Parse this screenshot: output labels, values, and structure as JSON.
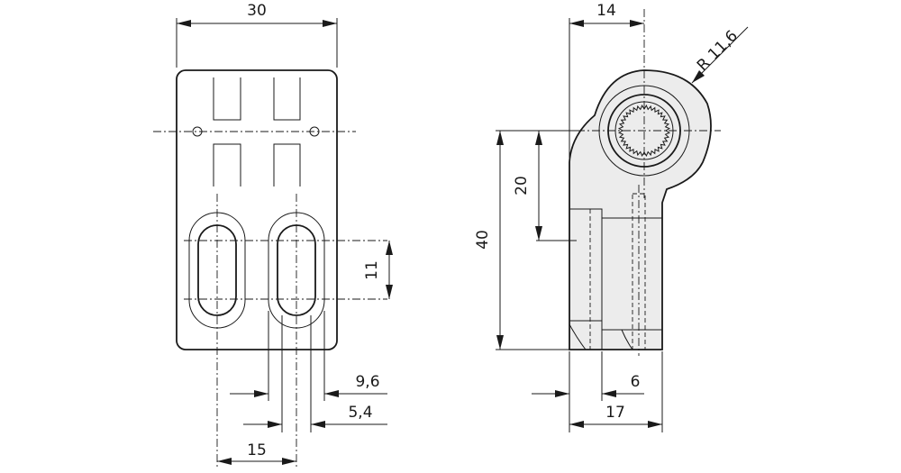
{
  "drawing": {
    "front_view": {
      "width_label": "30",
      "slot_height_label": "11",
      "slot_outer_label": "9,6",
      "slot_inner_label": "5,4",
      "slot_pitch_label": "15"
    },
    "side_view": {
      "top_width_label": "14",
      "radius_label": "R 11,6",
      "axis_height_label": "20",
      "total_height_label": "40",
      "step_label": "6",
      "depth_label": "17"
    },
    "colors": {
      "line": "#1a1a1a",
      "background": "#ffffff",
      "fill": "#ececec"
    }
  }
}
